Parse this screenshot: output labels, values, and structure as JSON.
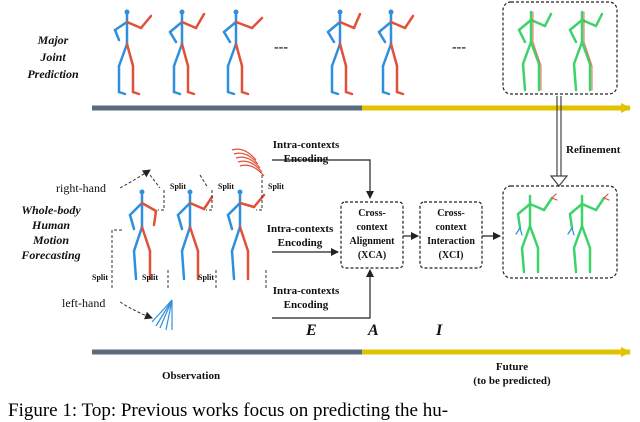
{
  "labels": {
    "major_joint_prediction": [
      "Major",
      "Joint",
      "Prediction"
    ],
    "whole_body": [
      "Whole-body",
      "Human",
      "Motion",
      "Forecasting"
    ],
    "right_hand": "right-hand",
    "left_hand": "left-hand",
    "split": "Split",
    "ellipsis": "---",
    "intra_top": [
      "Intra-contexts",
      "Encoding"
    ],
    "intra_mid": [
      "Intra-contexts",
      "Encoding"
    ],
    "intra_bot": [
      "Intra-contexts",
      "Encoding"
    ],
    "xca": [
      "Cross-",
      "context",
      "Alignment",
      "(XCA)"
    ],
    "xci": [
      "Cross-",
      "context",
      "Interaction",
      "(XCI)"
    ],
    "refinement": "Refinement",
    "stage_e": "E",
    "stage_a": "A",
    "stage_i": "I",
    "observation": "Observation",
    "future": [
      "Future",
      "(to be predicted)"
    ]
  },
  "caption": "Figure 1: Top: Previous works focus on predicting the hu-",
  "colors": {
    "observed_bar": "#5a6b7e",
    "future_bar": "#e0c200",
    "skeleton_blue": "#2f8fdc",
    "skeleton_red": "#e0513a",
    "prediction_green": "#3ed36a"
  }
}
